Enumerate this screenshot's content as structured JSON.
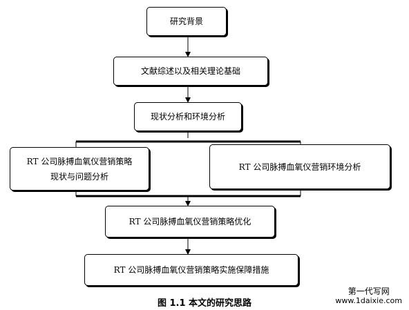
{
  "nodes": {
    "background": "研究背景",
    "literature": "文献综述以及相关理论基础",
    "analysis": "现状分析和环境分析",
    "strategy_line1": "RT 公司脉搏血氧仪营销策略",
    "strategy_line2": "现状与问题分析",
    "environment": "RT 公司脉搏血氧仪营销环境分析",
    "optimize": "RT 公司脉搏血氧仪营销策略优化",
    "measures": "RT 公司脉搏血氧仪营销策略实施保障措施"
  },
  "caption": "图 1.1  本文的研究思路",
  "watermark": {
    "site_name": "第一代写网",
    "site_url": "www.1daixie.com"
  }
}
